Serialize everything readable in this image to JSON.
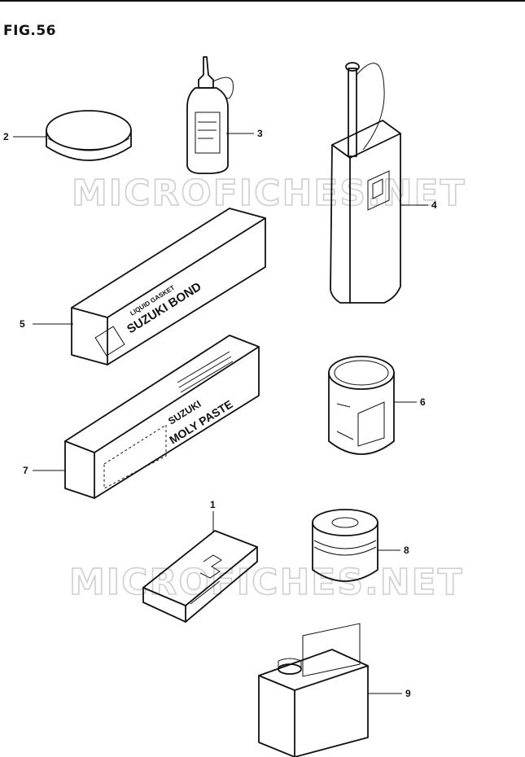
{
  "figure": {
    "title": "FIG.56"
  },
  "watermark": {
    "text": "MICROFICHES.NET"
  },
  "callouts": [
    "1",
    "2",
    "3",
    "4",
    "5",
    "6",
    "7",
    "8",
    "9"
  ],
  "labels": {
    "bond_line1": "LIQUID GASKET",
    "bond_line2": "SUZUKI BOND",
    "paste_line1": "SUZUKI",
    "paste_line2": "MOLY PASTE"
  },
  "colors": {
    "ink": "#111111",
    "watermark": "#cfcfcf",
    "paper": "#ffffff"
  }
}
